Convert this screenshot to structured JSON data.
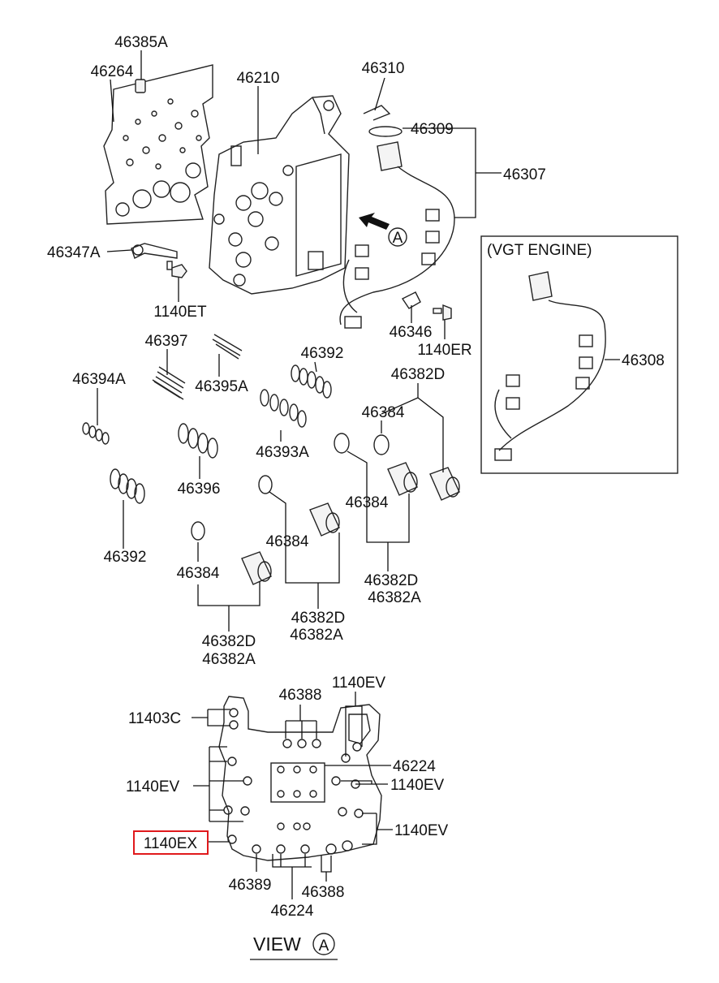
{
  "labels": {
    "p46385A": "46385A",
    "p46264": "46264",
    "p46210": "46210",
    "p46310": "46310",
    "p46309": "46309",
    "p46307": "46307",
    "p46347A": "46347A",
    "p1140ET": "1140ET",
    "p46346": "46346",
    "p1140ER": "1140ER",
    "vgt_engine": "(VGT ENGINE)",
    "p46308": "46308",
    "p46397": "46397",
    "p46395A": "46395A",
    "p46392a": "46392",
    "p46394A": "46394A",
    "p46393A": "46393A",
    "p46382Da": "46382D",
    "p46384a": "46384",
    "p46396": "46396",
    "p46384b": "46384",
    "p46392b": "46392",
    "p46384c": "46384",
    "p46384d": "46384",
    "p46382Db": "46382D",
    "p46382Ab": "46382A",
    "p46382Dc": "46382D",
    "p46382Ac": "46382A",
    "p46382Dd": "46382D",
    "p46382Ad": "46382A",
    "p46388a": "46388",
    "p1140EVa": "1140EV",
    "p11403C": "11403C",
    "p46224a": "46224",
    "p1140EVb": "1140EV",
    "p1140EVc": "1140EV",
    "p1140EVd": "1140EV",
    "p1140EX": "1140EX",
    "p46389": "46389",
    "p46388b": "46388",
    "p46224b": "46224",
    "view": "VIEW",
    "view_circle": "A",
    "arrow_circle": "A"
  },
  "highlight_color": "#e0191c"
}
